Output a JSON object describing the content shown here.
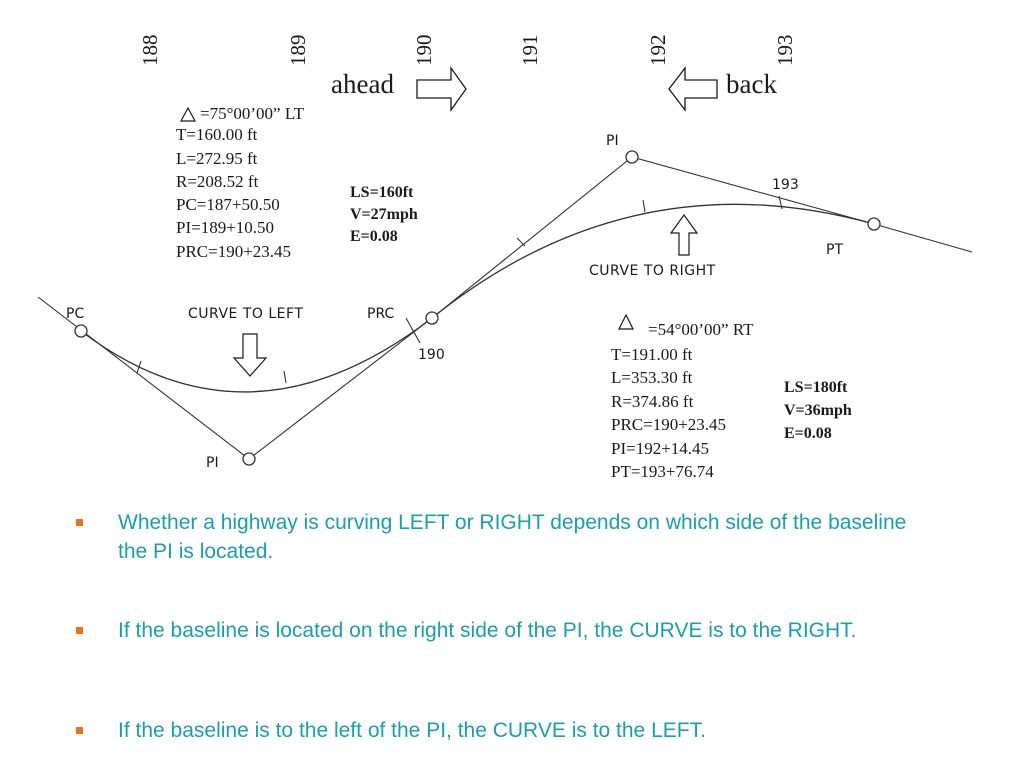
{
  "stations": [
    "188",
    "189",
    "190",
    "191",
    "192",
    "193"
  ],
  "direction": {
    "ahead": "ahead",
    "back": "back"
  },
  "curve1": {
    "delta": "=75°00’00” LT",
    "lines": [
      "T=160.00 ft",
      "L=272.95 ft",
      "R=208.52 ft",
      "PC=187+50.50",
      "PI=189+10.50",
      "PRC=190+23.45"
    ],
    "super": [
      "LS=160ft",
      "V=27mph",
      "E=0.08"
    ]
  },
  "curve2": {
    "delta": "=54°00’00” RT",
    "lines": [
      "T=191.00 ft",
      "L=353.30 ft",
      "R=374.86 ft",
      "PRC=190+23.45",
      "PI=192+14.45",
      "PT=193+76.74"
    ],
    "super": [
      "LS=180ft",
      "V=36mph",
      "E=0.08"
    ]
  },
  "labels": {
    "pc": "PC",
    "pi_left": "PI",
    "prc": "PRC",
    "station_190": "190",
    "pi_right": "PI",
    "station_193": "193",
    "pt": "PT",
    "curve_left": "CURVE TO LEFT",
    "curve_right": "CURVE TO RIGHT"
  },
  "bullets": [
    "Whether a highway is curving LEFT or RIGHT depends on which side of the baseline the PI is located.",
    "If the baseline is located on the right side of the PI, the CURVE is to the RIGHT.",
    "If the baseline is to the left of the PI, the CURVE is to the LEFT."
  ]
}
